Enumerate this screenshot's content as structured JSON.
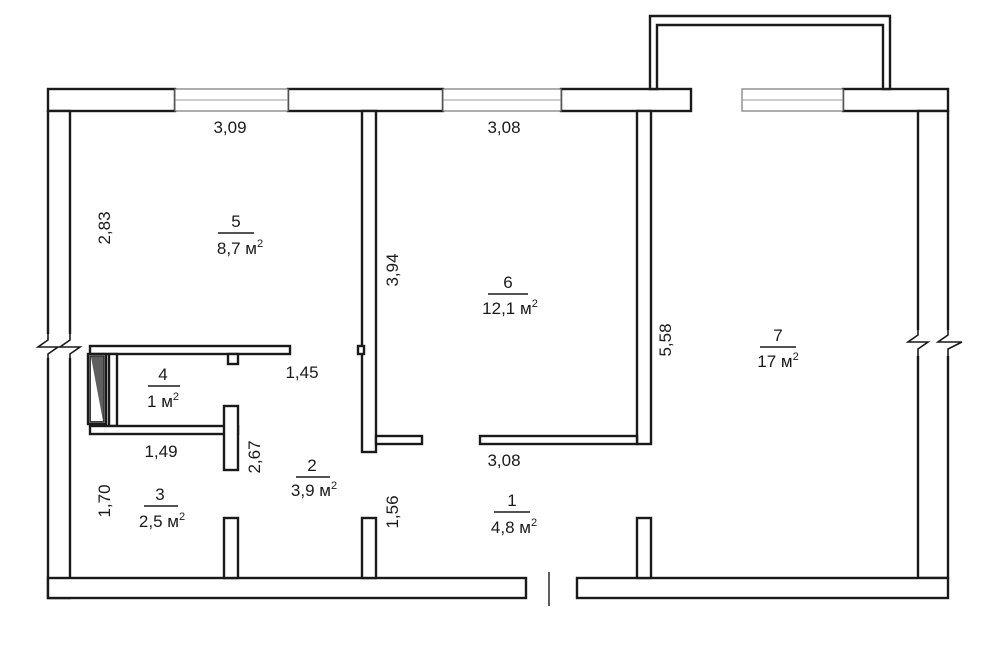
{
  "plan": {
    "area_unit": "м",
    "area_unit_power": "2",
    "rooms": [
      {
        "number": "1",
        "area": "4,8"
      },
      {
        "number": "2",
        "area": "3,9"
      },
      {
        "number": "3",
        "area": "2,5"
      },
      {
        "number": "4",
        "area": "1"
      },
      {
        "number": "5",
        "area": "8,7"
      },
      {
        "number": "6",
        "area": "12,1"
      },
      {
        "number": "7",
        "area": "17"
      }
    ],
    "dimensions": [
      {
        "id": "d5-width",
        "value": "3,09"
      },
      {
        "id": "d6-width",
        "value": "3,08"
      },
      {
        "id": "d5-height",
        "value": "2,83"
      },
      {
        "id": "d6-height",
        "value": "3,94"
      },
      {
        "id": "d7-height",
        "value": "5,58"
      },
      {
        "id": "d4-width",
        "value": "1,45"
      },
      {
        "id": "d3-width",
        "value": "1,49"
      },
      {
        "id": "d2-height",
        "value": "2,67"
      },
      {
        "id": "d6-bottom",
        "value": "3,08"
      },
      {
        "id": "d3-height",
        "value": "1,70"
      },
      {
        "id": "d1-height",
        "value": "1,56"
      }
    ]
  }
}
